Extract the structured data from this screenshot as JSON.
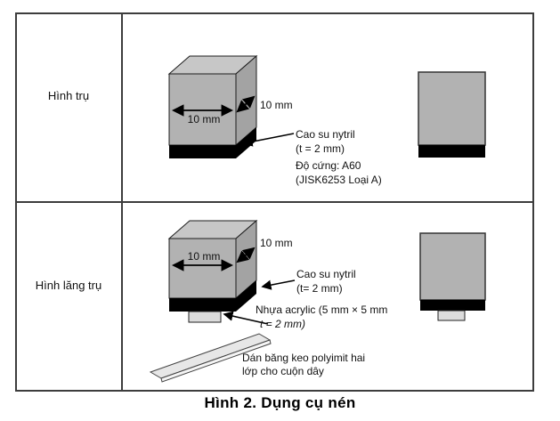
{
  "caption": "Hình 2. Dụng cụ nén",
  "rows": [
    {
      "label": "Hình trụ",
      "width_label": "10 mm",
      "depth_label": "10 mm",
      "rubber_note": {
        "l1": "Cao su nytril",
        "l2": "(t = 2 mm)",
        "l3": "Độ cứng: A60",
        "l4": "(JISK6253 Loại A)"
      }
    },
    {
      "label": "Hình lăng trụ",
      "width_label": "10 mm",
      "depth_label": "10 mm",
      "rubber_note": {
        "l1": "Cao su nytril",
        "l2": "(t= 2 mm)"
      },
      "acrylic_note": {
        "l1": "Nhựa acrylic (5 mm × 5 mm",
        "l2": "t  = 2 mm)"
      },
      "tape_note": {
        "l1": "Dán băng keo polyimit hai",
        "l2": "lớp cho cuộn dây"
      }
    }
  ],
  "colors": {
    "cube_top": "#c7c7c7",
    "cube_front": "#b2b2b2",
    "cube_side": "#a3a3a3",
    "rubber_black": "#000000",
    "acrylic_gray": "#dcdcdc",
    "plate_gray": "#e7e7e7",
    "plate_edge": "#f5f5f5",
    "line": "#1c1c1c"
  }
}
